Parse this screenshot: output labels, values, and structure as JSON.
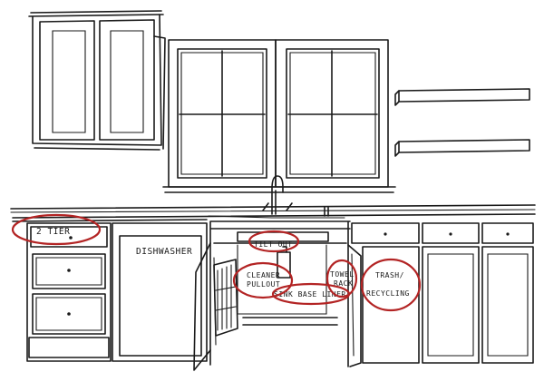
{
  "labels": {
    "two_tier": "2 TIER",
    "dishwasher": "DISHWASHER",
    "tilt_out": "TILT OUT",
    "cleaner_pullout_line1": "CLEANER",
    "cleaner_pullout_line2": "PULLOUT",
    "towel_rack_line1": "TOWEL",
    "towel_rack_line2": "RACK",
    "trash_line1": "TRASH/",
    "trash_line2": "RECYCLING",
    "sink_base_liner": "SINK BASE LINER"
  },
  "colors": {
    "ink": "#1a1a1a",
    "callout": "#b32424",
    "paper": "#ffffff"
  }
}
